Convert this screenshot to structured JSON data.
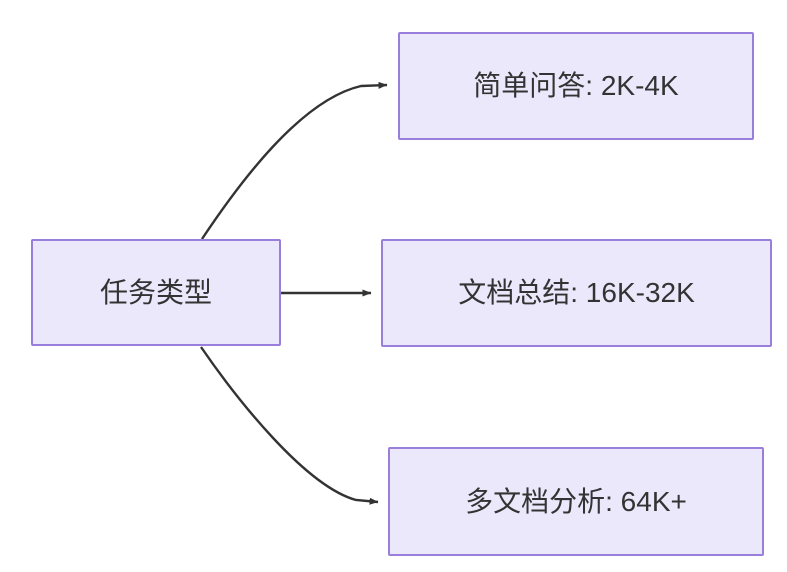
{
  "diagram": {
    "type": "flowchart",
    "direction": "left-to-right",
    "background_color": "#FFFFFF",
    "node_fill_color": "#EBE8FB",
    "node_border_color": "#9A7EDB",
    "node_text_color": "#333333",
    "edge_color": "#333333",
    "nodes": [
      {
        "id": "root",
        "label": "任务类型",
        "role": "source"
      },
      {
        "id": "simple-qa",
        "label": "简单问答: 2K-4K",
        "role": "target"
      },
      {
        "id": "doc-sum",
        "label": "文档总结: 16K-32K",
        "role": "target"
      },
      {
        "id": "multi-doc",
        "label": "多文档分析: 64K+",
        "role": "target"
      }
    ],
    "edges": [
      {
        "from": "root",
        "to": "simple-qa",
        "label": "",
        "style": "curved",
        "arrow": "arrow-head-icon"
      },
      {
        "from": "root",
        "to": "doc-sum",
        "label": "",
        "style": "straight",
        "arrow": "arrow-head-icon"
      },
      {
        "from": "root",
        "to": "multi-doc",
        "label": "",
        "style": "curved",
        "arrow": "arrow-head-icon"
      }
    ]
  }
}
